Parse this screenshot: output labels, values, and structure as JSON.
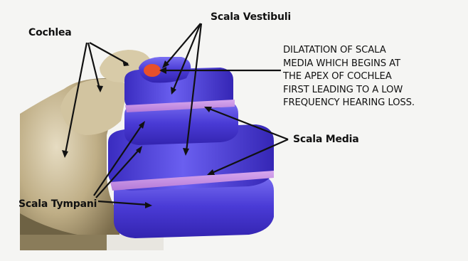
{
  "labels": {
    "cochlea": "Cochlea",
    "scala_vestibuli": "Scala Vestibuli",
    "scala_media": "Scala Media",
    "scala_tympani": "Scala Tympani"
  },
  "note_lines": [
    "DILATATION OF SCALA",
    "MEDIA WHICH BEGINS AT",
    "THE APEX OF COCHLEA",
    "FIRST LEADING TO A LOW",
    "FREQUENCY HEARING LOSS."
  ],
  "colors": {
    "bone": "#c8b894",
    "scala_purple": "#5a4be0",
    "media_band": "#c48ae0",
    "apex_red": "#e8502a"
  }
}
